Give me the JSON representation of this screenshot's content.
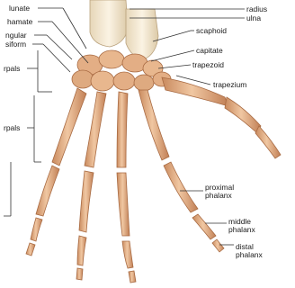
{
  "labels": {
    "lunate": "lunate",
    "hamate": "hamate",
    "triangular": "ngular",
    "pisiform": "siform",
    "carpals": "rpals",
    "metacarpals": "rpals",
    "radius": "radius",
    "ulna": "ulna",
    "scaphoid": "scaphoid",
    "capitate": "capitate",
    "trapezoid": "trapezoid",
    "trapezium": "trapezium",
    "proximal_line1": "proximal",
    "proximal_line2": "phalanx",
    "middle_line1": "middle",
    "middle_line2": "phalanx",
    "distal_line1": "distal",
    "distal_line2": "phalanx"
  },
  "colors": {
    "bone": "#dda77e",
    "bone_dark": "#b8764c",
    "bone_light": "#f0c7a2",
    "forearm": "#f2e6cf",
    "line": "#333333"
  }
}
